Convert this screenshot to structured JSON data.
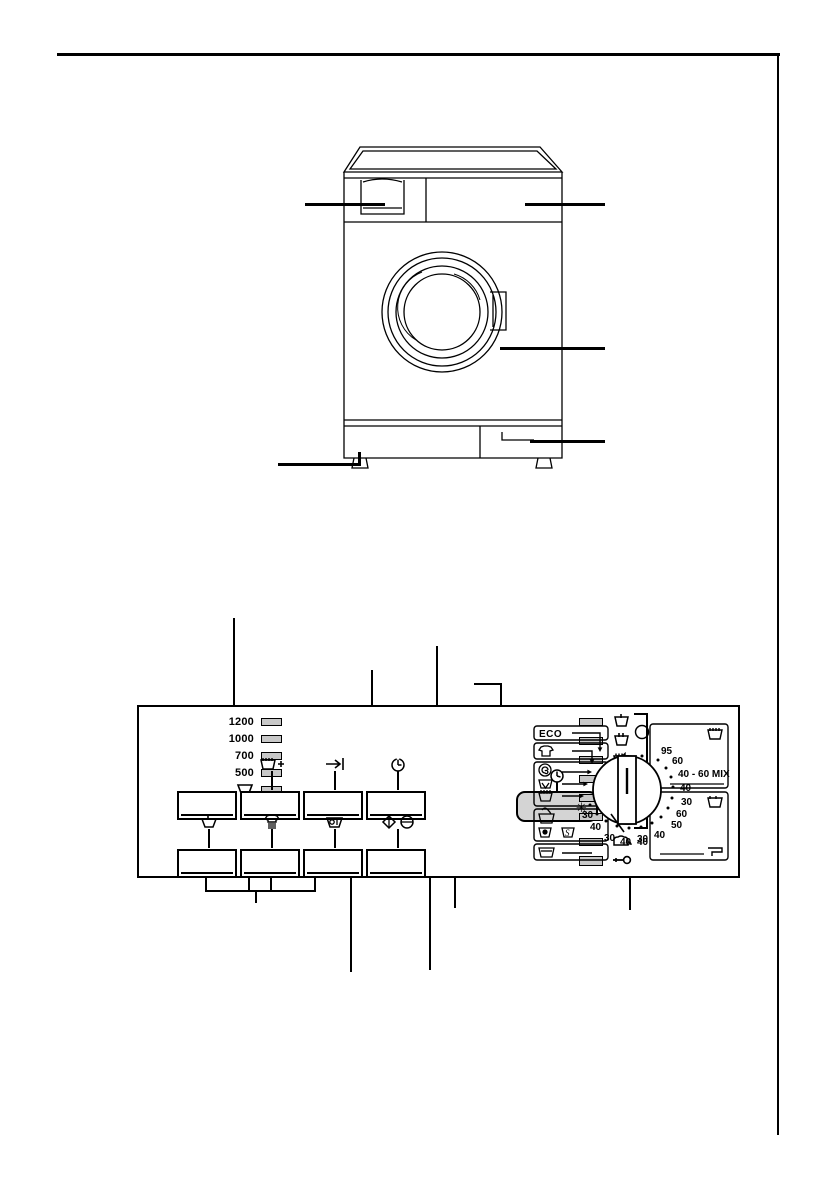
{
  "page": {
    "document_type": "appliance-instruction-manual-page",
    "illustration_title": "",
    "frame": {
      "has_top_rule": true,
      "has_right_margin_rule": true
    }
  },
  "appliance": {
    "type": "front-loading washing machine",
    "callouts": [
      {
        "id": "detergent-drawer",
        "label": "",
        "side": "left"
      },
      {
        "id": "control-panel",
        "label": "",
        "side": "right"
      },
      {
        "id": "door",
        "label": "",
        "side": "right"
      },
      {
        "id": "base-panel-flap",
        "label": "",
        "side": "right"
      },
      {
        "id": "adjustable-feet",
        "label": "",
        "side": "bottom-left"
      }
    ]
  },
  "control_panel": {
    "spin_speeds": {
      "title": "",
      "items": [
        {
          "label": "1200",
          "led": "indicator-led"
        },
        {
          "label": "1000",
          "led": "indicator-led"
        },
        {
          "label": "700",
          "led": "indicator-led"
        },
        {
          "label": "500",
          "led": "indicator-led"
        },
        {
          "label": "",
          "icon": "rinse-hold-tub-icon",
          "led": "indicator-led"
        }
      ]
    },
    "buttons_top": [
      {
        "id": "rinse-plus",
        "icon": "tub-plus-icon",
        "label": ""
      },
      {
        "id": "rinse-hold",
        "icon": "arrow-to-bar-icon",
        "label": ""
      },
      {
        "id": "delay-timer",
        "icon": "clock-icon",
        "label": ""
      }
    ],
    "buttons_bottom": [
      {
        "id": "prewash",
        "icon": "tub-prewash-icon",
        "label": ""
      },
      {
        "id": "easy-iron",
        "icon": "shirt-icon",
        "label": ""
      },
      {
        "id": "stain",
        "icon": "stain-tub-icon",
        "label": ""
      },
      {
        "id": "start-pause",
        "icon": "start-pause-icon",
        "label": ""
      }
    ],
    "display": {
      "id": "time-display",
      "icon": "clock-icon",
      "value": "",
      "color": "#d4d4d4"
    },
    "progress_indicators": [
      {
        "id": "prewash-phase",
        "icon": "tub-prewash-icon"
      },
      {
        "id": "mainwash-phase",
        "icon": "tub-mainwash-icon"
      },
      {
        "id": "rinse-phase",
        "icon": "tub-rinse-icon"
      },
      {
        "id": "rinse-plus-phase",
        "icon": "tub-rinse-plus-icon"
      },
      {
        "id": "spin-phase",
        "icon": "spiral-spin-icon"
      },
      {
        "id": "end-phase",
        "icon": "arrow-to-bar-icon"
      },
      {
        "id": "drying-phase",
        "icon": "cloud-dry-icon"
      },
      {
        "id": "door-locked",
        "icon": "key-lock-icon"
      }
    ]
  },
  "program_dial": {
    "eco_label": "ECO",
    "left_symbols": [
      {
        "id": "easy-iron-shirt",
        "icon": "shirt-icon"
      },
      {
        "id": "spin",
        "icon": "spiral-spin-icon"
      },
      {
        "id": "drain",
        "icon": "drain-tub-icon"
      },
      {
        "id": "rinse",
        "icon": "tub-rinse-icon"
      },
      {
        "id": "handwash",
        "icon": "handwash-tub-icon"
      },
      {
        "id": "wool",
        "icon": "wool-icon"
      },
      {
        "id": "special",
        "icon": "s-tub-icon"
      },
      {
        "id": "tub-bottom-left",
        "icon": "tub-rinse-icon"
      }
    ],
    "right_group_top": {
      "icon": "tub-cottons-icon",
      "scale": [
        "95",
        "60",
        "40 - 60 MIX",
        "40",
        "30"
      ]
    },
    "right_group_bottom": {
      "icon": "tub-synthetics-icon",
      "scale": [
        "60",
        "50",
        "40",
        "30"
      ],
      "extra_icon": "easy-iron-icon"
    },
    "lower_scale": [
      "30",
      "40",
      "40",
      "30",
      "40",
      "30"
    ],
    "snowflake": "✳",
    "indicator_dot": "●"
  }
}
